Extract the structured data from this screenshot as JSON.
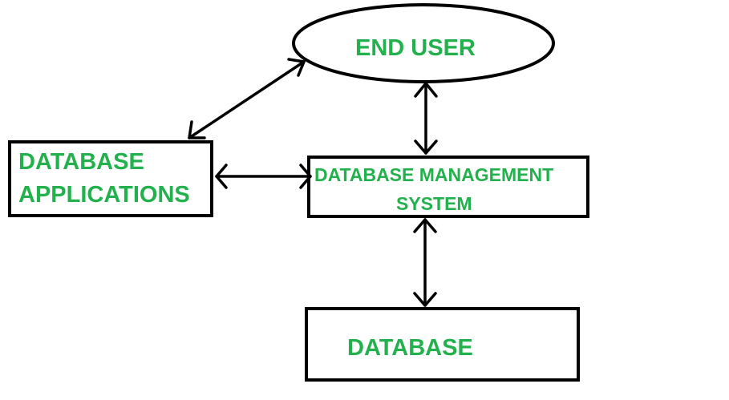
{
  "nodes": {
    "end_user": {
      "label": "END USER"
    },
    "db_applications": {
      "line1": "DATABASE",
      "line2": "APPLICATIONS"
    },
    "dbms": {
      "line1": "DATABASE MANAGEMENT",
      "line2": "SYSTEM"
    },
    "database": {
      "label": "DATABASE"
    }
  },
  "connections": [
    {
      "from": "db_applications",
      "to": "end_user",
      "direction": "bidirectional"
    },
    {
      "from": "end_user",
      "to": "dbms",
      "direction": "bidirectional"
    },
    {
      "from": "db_applications",
      "to": "dbms",
      "direction": "bidirectional"
    },
    {
      "from": "dbms",
      "to": "database",
      "direction": "bidirectional"
    }
  ],
  "colors": {
    "label_text": "#22b14c",
    "outline": "#000000",
    "background": "#ffffff"
  }
}
